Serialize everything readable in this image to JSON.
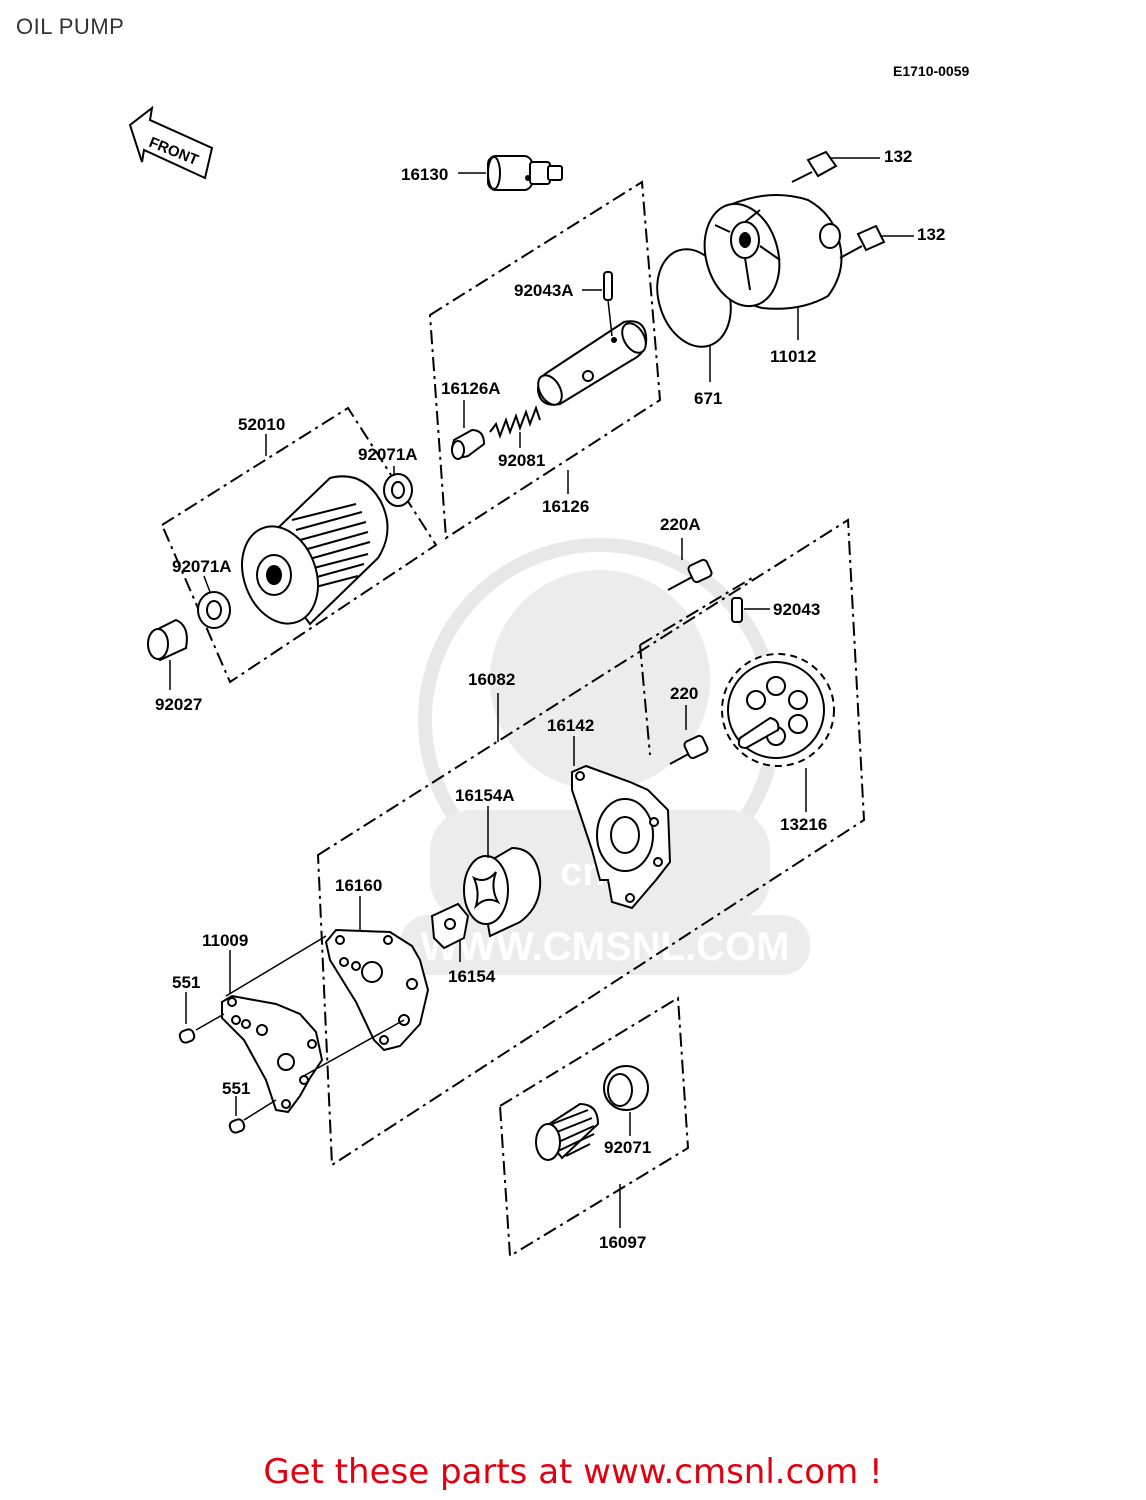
{
  "page": {
    "title": "OIL PUMP",
    "diagram_code": "E1710-0059",
    "front_arrow_label": "FRONT",
    "footer_text": "Get these parts at www.cmsnl.com !",
    "watermark_text": "WWW.CMSNL.COM",
    "watermark_logo": "cms",
    "footer_color": "#e0000f"
  },
  "parts": {
    "p16130": "16130",
    "p132a": "132",
    "p132b": "132",
    "p92043a": "92043A",
    "p11012": "11012",
    "p671": "671",
    "p16126a": "16126A",
    "p92081": "92081",
    "p16126": "16126",
    "p52010": "52010",
    "p92071a_top": "92071A",
    "p92071a_left": "92071A",
    "p92027": "92027",
    "p220a": "220A",
    "p92043": "92043",
    "p16082": "16082",
    "p220": "220",
    "p16142": "16142",
    "p13216": "13216",
    "p16154a": "16154A",
    "p16160": "16160",
    "p11009": "11009",
    "p551a": "551",
    "p16154": "16154",
    "p551b": "551",
    "p92071": "92071",
    "p16097": "16097"
  }
}
